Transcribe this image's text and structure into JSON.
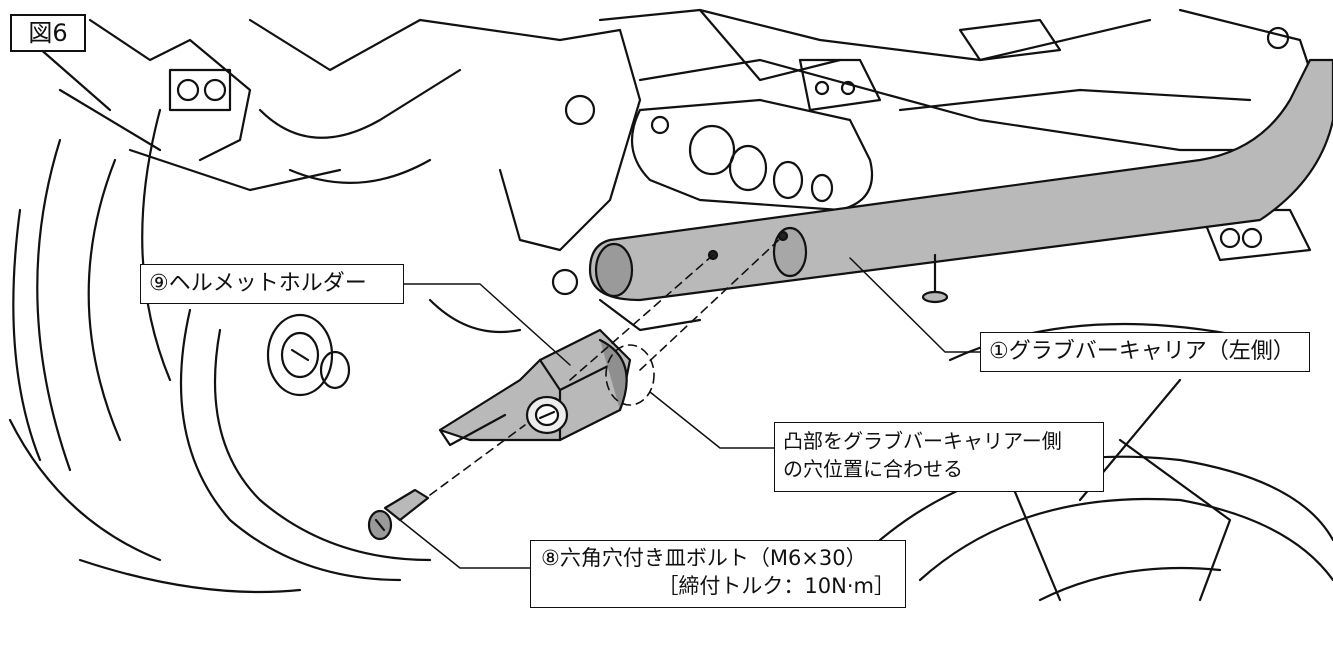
{
  "figure_label": "図6",
  "callouts": {
    "helmet_holder": "⑨ヘルメットホルダー",
    "grab_bar_carrier": "①グラブバーキャリア（左側）",
    "alignment_note": {
      "line1": "凸部をグラブバーキャリアー側",
      "line2": "の穴位置に合わせる"
    },
    "bolt": {
      "line1": "⑧六角穴付き皿ボルト（M6×30）",
      "line2": "［締付トルク：10N·m］"
    }
  },
  "colors": {
    "line": "#111111",
    "part_fill": "#b8b8b8",
    "part_dark": "#7a7a7a",
    "background": "#ffffff"
  }
}
